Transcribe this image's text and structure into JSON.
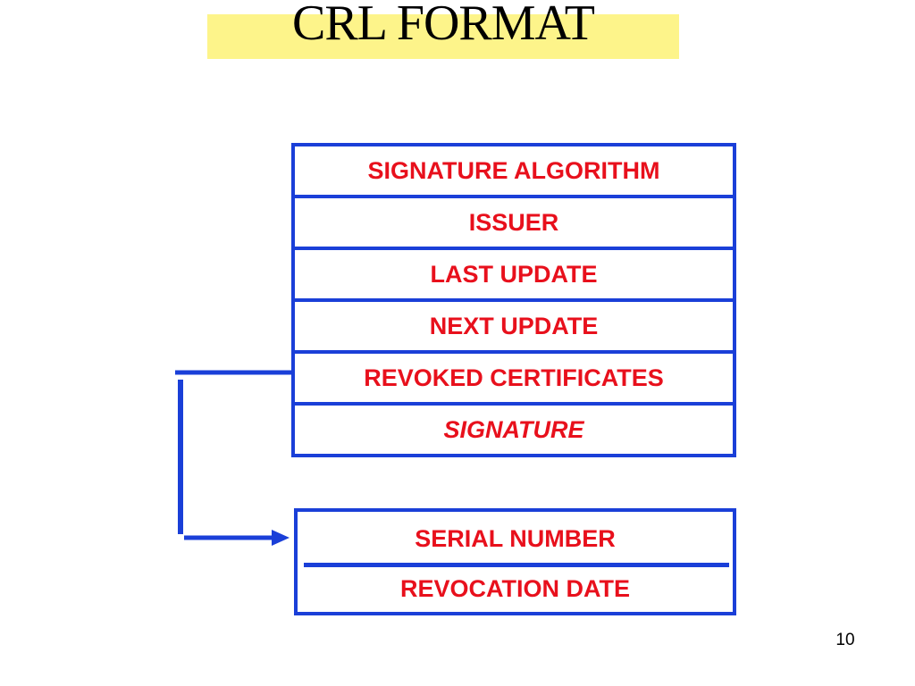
{
  "title": "CRL FORMAT",
  "crl_fields": [
    {
      "label": "SIGNATURE ALGORITHM",
      "italic": false
    },
    {
      "label": "ISSUER",
      "italic": false
    },
    {
      "label": "LAST UPDATE",
      "italic": false
    },
    {
      "label": "NEXT UPDATE",
      "italic": false
    },
    {
      "label": "REVOKED CERTIFICATES",
      "italic": false
    },
    {
      "label": "SIGNATURE",
      "italic": true
    }
  ],
  "revoked_entry_fields": [
    {
      "label": "SERIAL NUMBER"
    },
    {
      "label": "REVOCATION DATE"
    }
  ],
  "page_number": "10",
  "colors": {
    "border": "#1a3fd8",
    "field_text": "#e8101c",
    "title_highlight": "#fdf48a"
  }
}
